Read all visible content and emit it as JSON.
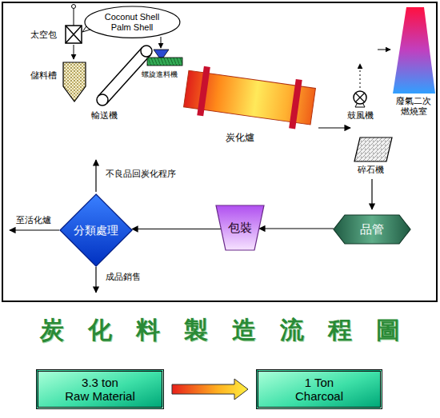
{
  "diagram": {
    "title": "炭化料製造流程圖",
    "nodes": [
      {
        "text": [
          "Coconut Shell Palm Shell"
        ]
      },
      {
        "text": [
          "品管"
        ]
      },
      {
        "text": [
          "包裝"
        ]
      },
      {
        "text": [
          "分類處理"
        ]
      },
      {
        "text": [
          "3.3 ton",
          "Raw Material"
        ]
      },
      {
        "text": [
          "1 Ton",
          "Charcoal"
        ]
      }
    ],
    "edges": [
      {
        "from": 1,
        "to": 2,
        "arrow": "to"
      },
      {
        "from": 2,
        "to": 3,
        "arrow": "to"
      },
      {
        "from": 4,
        "to": 5,
        "arrow": "to"
      }
    ],
    "labels": [
      "太空包",
      "儲料槽",
      "輸送機",
      "螺旋進料機",
      "炭化爐",
      "鼓風機",
      "廢氣二次燃燒室",
      "碎石機",
      "不良品回炭化程序",
      "至活化爐",
      "成品銷售"
    ]
  }
}
